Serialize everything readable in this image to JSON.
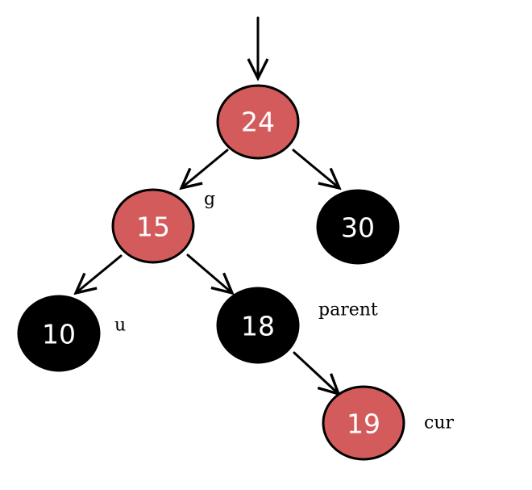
{
  "colors": {
    "red_node": "#d45b5b",
    "black_node": "#000000",
    "node_text": "#ffffff",
    "edge": "#000000"
  },
  "nodes": {
    "n24": {
      "value": "24",
      "color": "red"
    },
    "n15": {
      "value": "15",
      "color": "red"
    },
    "n30": {
      "value": "30",
      "color": "black"
    },
    "n10": {
      "value": "10",
      "color": "black"
    },
    "n18": {
      "value": "18",
      "color": "black"
    },
    "n19": {
      "value": "19",
      "color": "red"
    }
  },
  "edges": [
    {
      "from": "root",
      "to": "n24"
    },
    {
      "from": "n24",
      "to": "n15"
    },
    {
      "from": "n24",
      "to": "n30"
    },
    {
      "from": "n15",
      "to": "n10"
    },
    {
      "from": "n15",
      "to": "n18"
    },
    {
      "from": "n18",
      "to": "n19"
    }
  ],
  "tags": {
    "g": "g",
    "u": "u",
    "parent": "parent",
    "cur": "cur"
  }
}
